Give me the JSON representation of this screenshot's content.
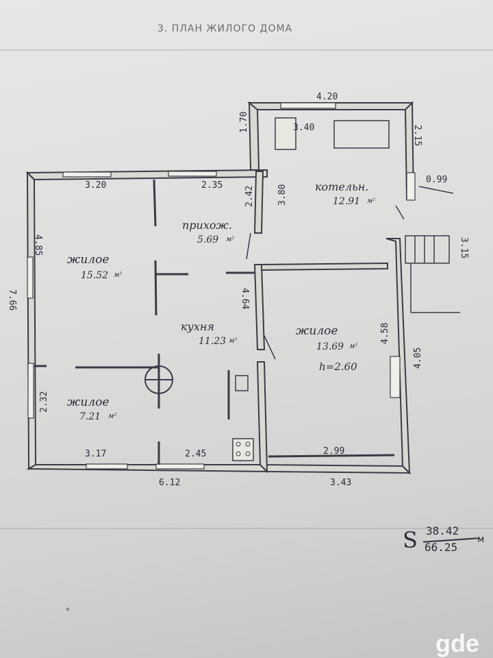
{
  "title": "3. ПЛАН ЖИЛОГО ДОМА",
  "rooms": [
    {
      "id": "zhiloe-1",
      "name": "жилое",
      "area": "15.52",
      "unit": "м²"
    },
    {
      "id": "prikhozh",
      "name": "прихож.",
      "area": "5.69",
      "unit": "м²"
    },
    {
      "id": "kotel",
      "name": "котельн.",
      "area": "12.91",
      "unit": "м²"
    },
    {
      "id": "kukhnya",
      "name": "кухня",
      "area": "11.23",
      "unit": "м²"
    },
    {
      "id": "zhiloe-2",
      "name": "жилое",
      "area": "13.69",
      "unit": "м²"
    },
    {
      "id": "zhiloe-3",
      "name": "жилое",
      "area": "7.21",
      "unit": "м²"
    }
  ],
  "ceiling_height": "h=2.60",
  "dimensions": {
    "top_boiler": "4.20",
    "boiler_left": "1.70",
    "boiler_inner_top": "3.40",
    "boiler_right": "2.15",
    "step": "0.99",
    "top_left_room": "3.20",
    "top_mid": "2.35",
    "hall_height": "2.42",
    "boiler_height": "3.80",
    "left_upper": "4.85",
    "left_total": "7.66",
    "porch": "3.15",
    "kitchen_height": "4.64",
    "right_room_height": "4.58",
    "right_outer": "4.05",
    "left_lower": "2.32",
    "bottom_left": "3.17",
    "bottom_mid": "2.45",
    "bottom_right_inner": "2.99",
    "bottom_total_left": "6.12",
    "bottom_total_right": "3.43"
  },
  "total_area": {
    "symbol": "S",
    "numerator": "38.42",
    "denominator": "66.25",
    "unit": "м"
  },
  "watermark": "gde",
  "stray_mark": "*"
}
